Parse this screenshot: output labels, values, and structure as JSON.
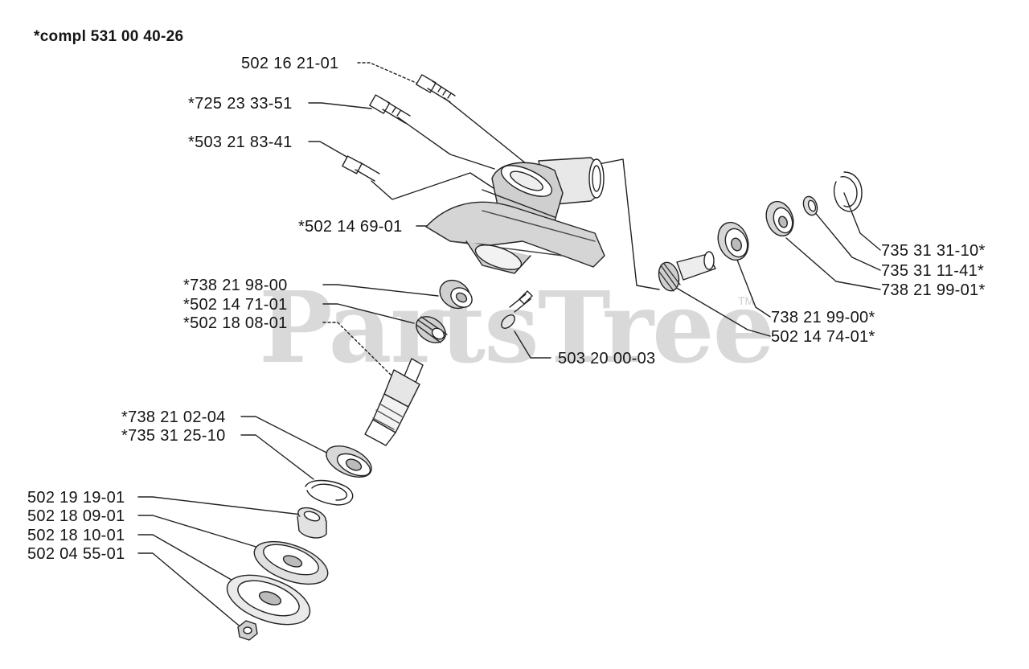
{
  "title": "*compl 531 00 40-26",
  "watermark": {
    "text": "PartsTree",
    "tm": "TM"
  },
  "labels": [
    "502 16 21-01",
    "*725 23 33-51",
    "*503 21 83-41",
    "*502 14 69-01",
    "*738 21 98-00",
    "*502 14 71-01",
    "*502 18 08-01",
    "503 20 00-03",
    "*738 21 02-04",
    "*735 31 25-10",
    "502 19 19-01",
    "502 18 09-01",
    "502 18 10-01",
    "502 04 55-01",
    "735 31 31-10*",
    "735 31 11-41*",
    "738 21 99-01*",
    "738 21 99-00*",
    "502 14 74-01*"
  ]
}
